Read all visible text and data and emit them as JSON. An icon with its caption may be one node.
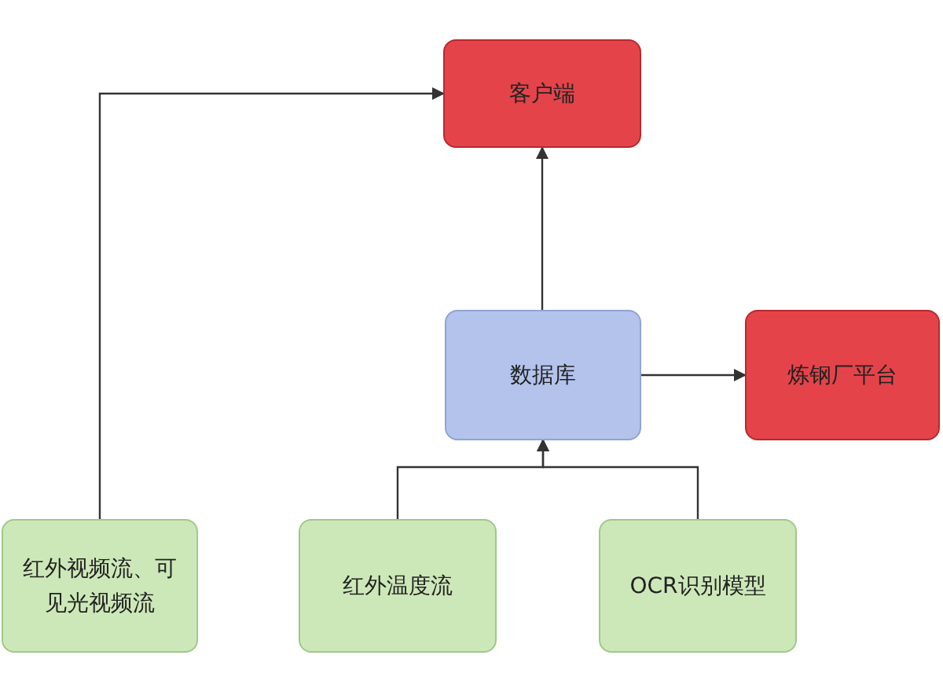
{
  "diagram": {
    "nodes": [
      {
        "text": [
          "客户端"
        ]
      },
      {
        "text": [
          "数据库"
        ]
      },
      {
        "text": [
          "炼钢厂平台"
        ]
      },
      {
        "text": [
          "红外视频流、可见光视频流"
        ]
      },
      {
        "text": [
          "红外温度流"
        ]
      },
      {
        "text": [
          "OCR识别模型"
        ]
      }
    ],
    "edges": [
      {
        "from": 3,
        "to": 0,
        "arrow": "to"
      },
      {
        "from": 1,
        "to": 0,
        "arrow": "to"
      },
      {
        "from": 1,
        "to": 2,
        "arrow": "to"
      },
      {
        "from": 4,
        "to": 1,
        "arrow": "to"
      },
      {
        "from": 5,
        "to": 1,
        "arrow": "to"
      }
    ]
  }
}
